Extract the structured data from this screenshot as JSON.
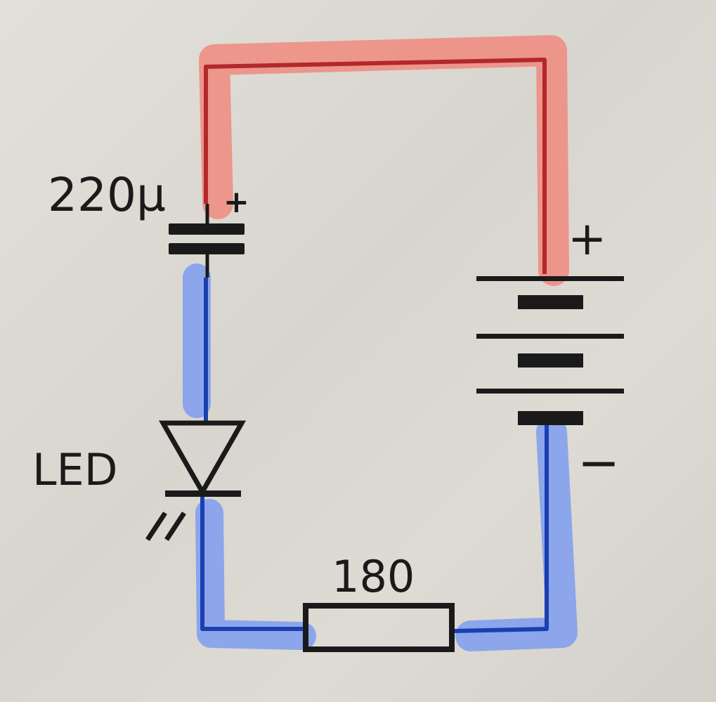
{
  "diagram": {
    "capacitor": {
      "label": "220µ",
      "polarity": "+"
    },
    "battery": {
      "positive": "+",
      "negative": "−"
    },
    "led": {
      "label": "LED"
    },
    "resistor": {
      "label": "180"
    }
  },
  "colors": {
    "positive_highlight": "#f08a7e",
    "positive_wire": "#b3282a",
    "negative_highlight": "#7e9cf0",
    "negative_wire": "#1b3fb0",
    "ink": "#1a1a1a",
    "paper": "#dcd9d3"
  }
}
